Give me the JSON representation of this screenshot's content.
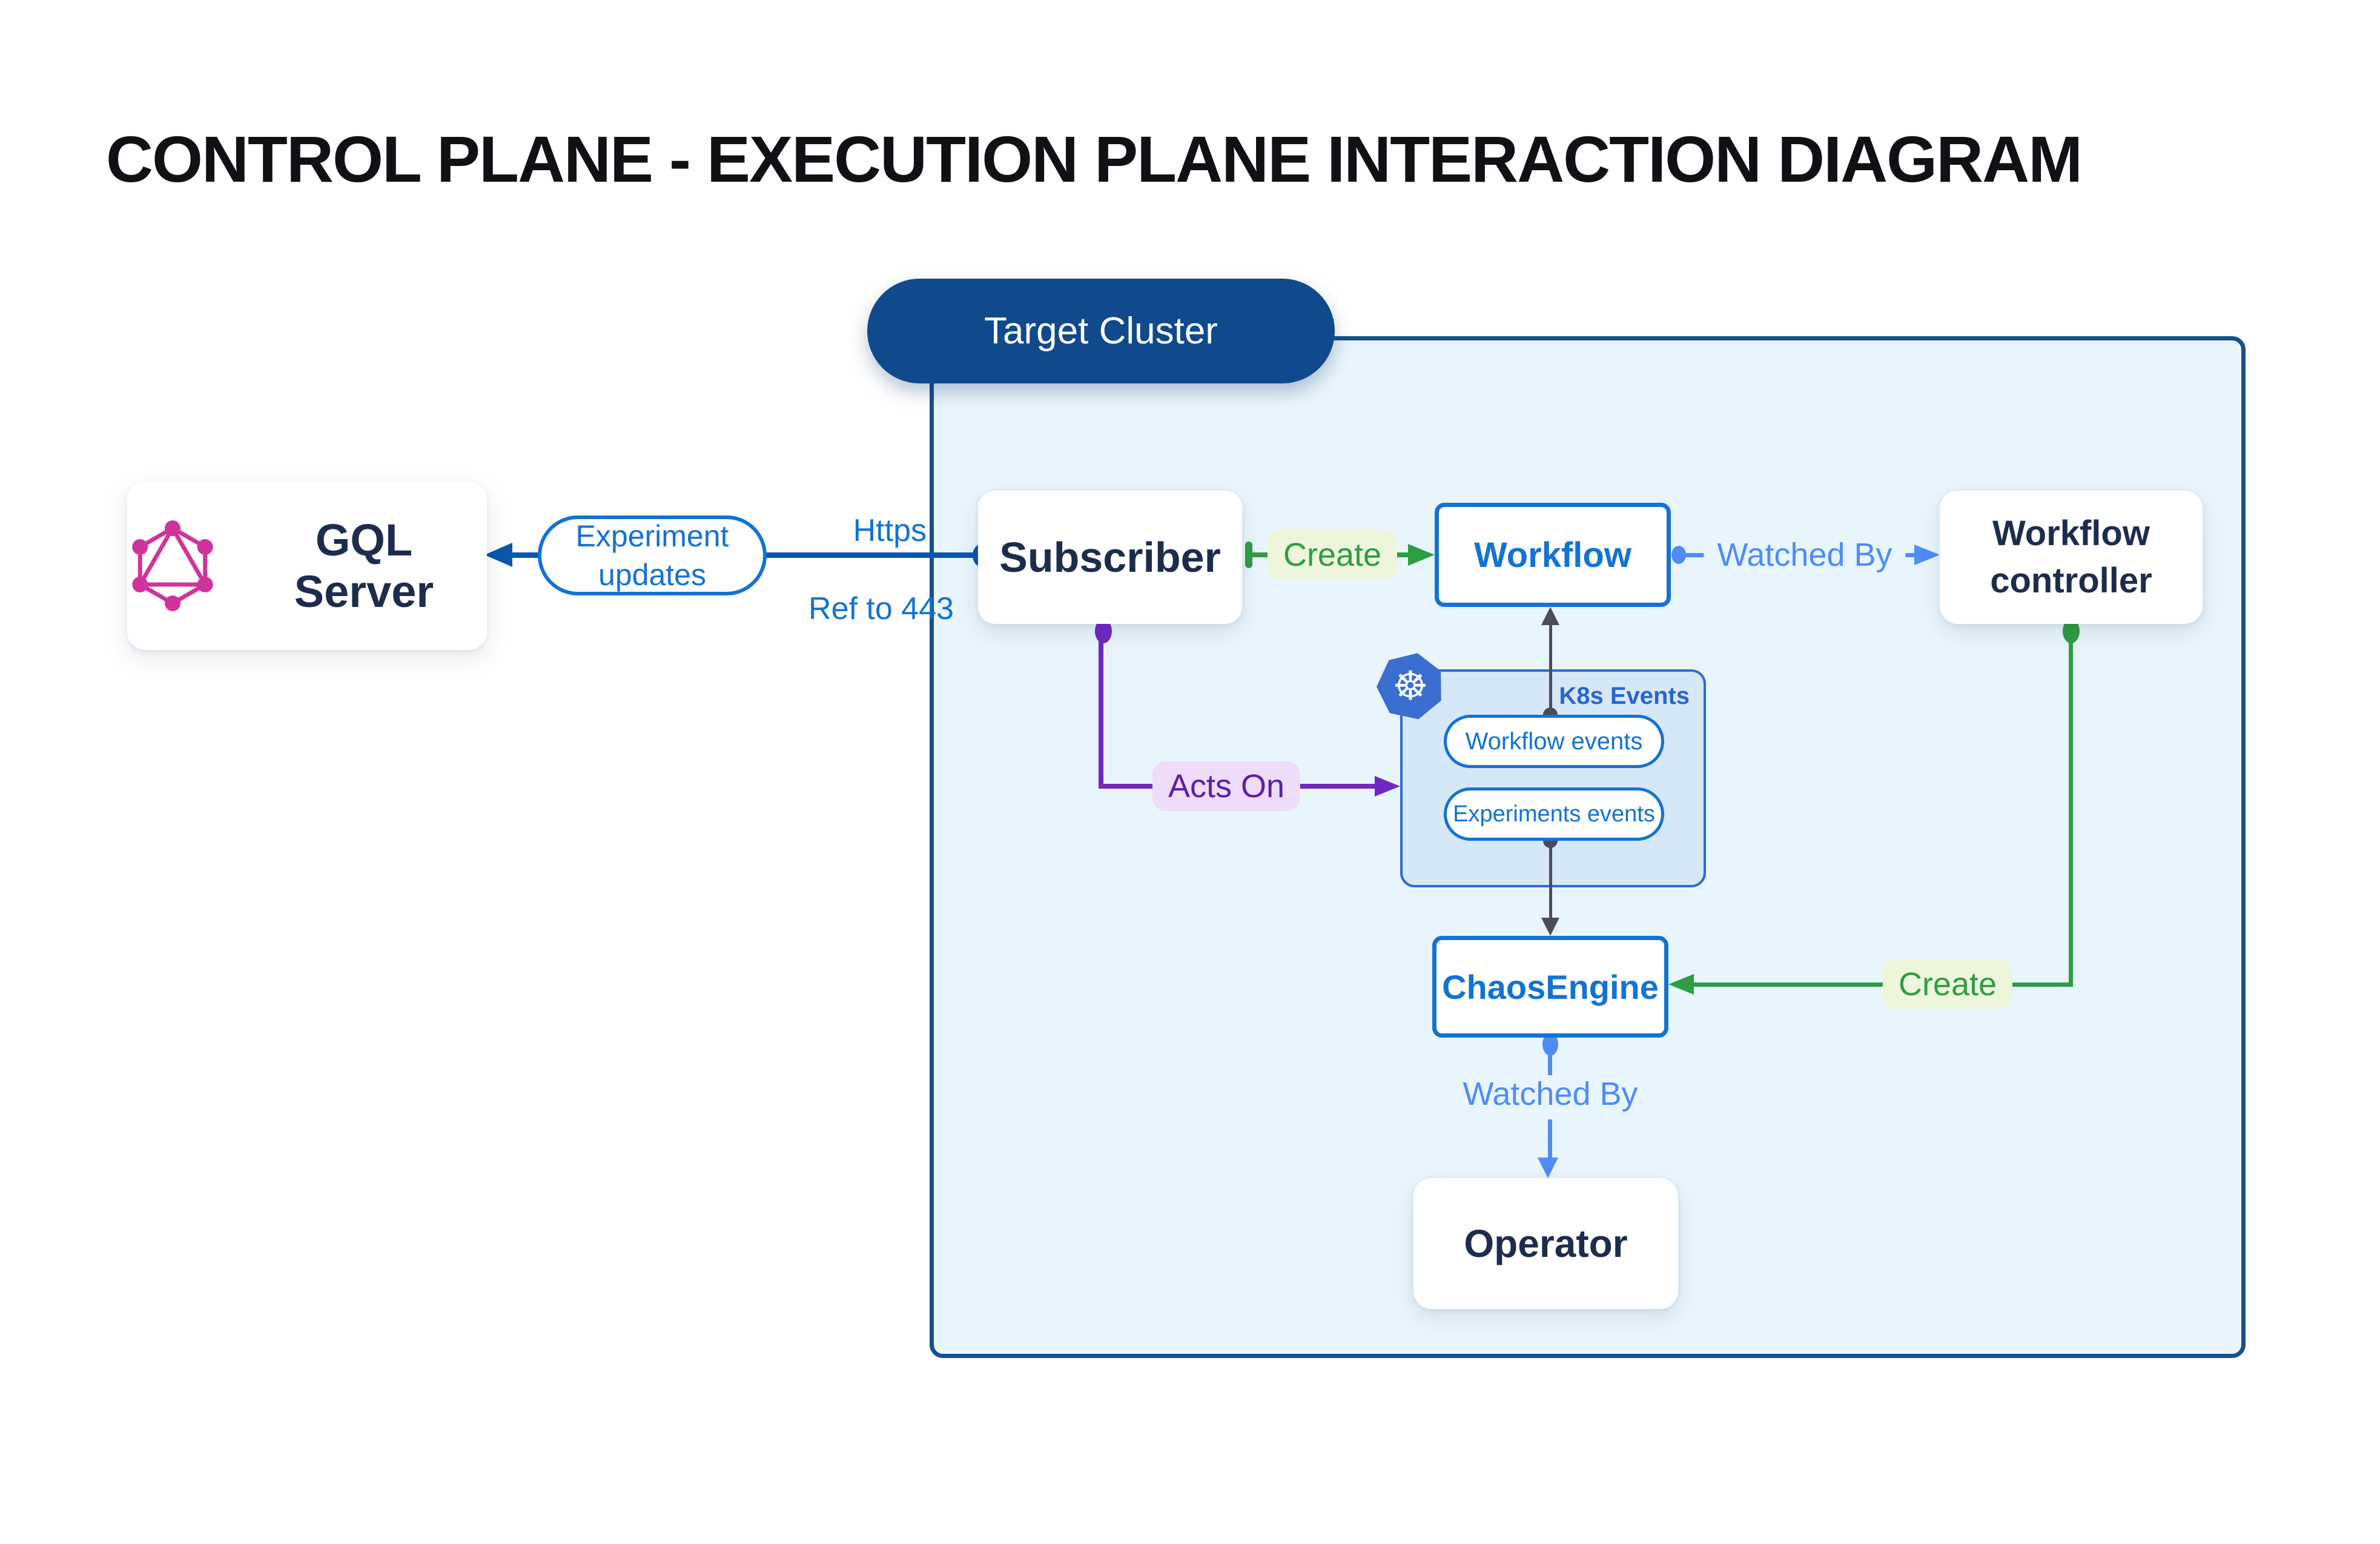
{
  "title": "CONTROL PLANE - EXECUTION PLANE INTERACTION DIAGRAM",
  "target_cluster": {
    "label": "Target Cluster"
  },
  "nodes": {
    "gql_server": {
      "label": "GQL Server"
    },
    "subscriber": {
      "label": "Subscriber"
    },
    "workflow": {
      "label": "Workflow"
    },
    "workflow_controller": {
      "label": "Workflow controller"
    },
    "k8s_events": {
      "label": "K8s Events",
      "pills": [
        {
          "label": "Workflow events"
        },
        {
          "label": "Experiments events"
        }
      ]
    },
    "chaos_engine": {
      "label": "ChaosEngine"
    },
    "operator": {
      "label": "Operator"
    }
  },
  "edges": {
    "experiment_updates": {
      "label": "Experiment updates"
    },
    "https": {
      "label": "Https"
    },
    "ref_443": {
      "label": "Ref to 443"
    },
    "create_workflow": {
      "label": "Create"
    },
    "watched_by_workflow": {
      "label": "Watched By"
    },
    "acts_on": {
      "label": "Acts On"
    },
    "create_chaosengine": {
      "label": "Create"
    },
    "watched_by_operator": {
      "label": "Watched By"
    }
  },
  "icons": {
    "graphql": "graphql-icon",
    "kubernetes": "kubernetes-icon"
  },
  "colors": {
    "page_bg": "#ffffff",
    "title_text": "#0f1115",
    "cluster_fill": "#e9f5fc",
    "cluster_border": "#17508e",
    "cluster_pill": "#10498c",
    "card_text": "#1e2c4c",
    "node_blue": "#1273d4",
    "k8s_box_fill": "#d6e7f8",
    "k8s_box_border": "#2e6bd3",
    "k8s_label": "#2866cf",
    "k8s_logo_blue": "#3a6ed0",
    "graphql_pink": "#d0349c",
    "edge_dark_blue": "#0a57ad",
    "edge_light_blue": "#4f8cf7",
    "edge_green": "#2d9d43",
    "edge_green_bg": "#edf6da",
    "edge_purple": "#7127c4",
    "edge_purple_text": "#5d1da8",
    "edge_purple_bg": "#eedcfa",
    "edge_dark_gray": "#4c4c59"
  }
}
